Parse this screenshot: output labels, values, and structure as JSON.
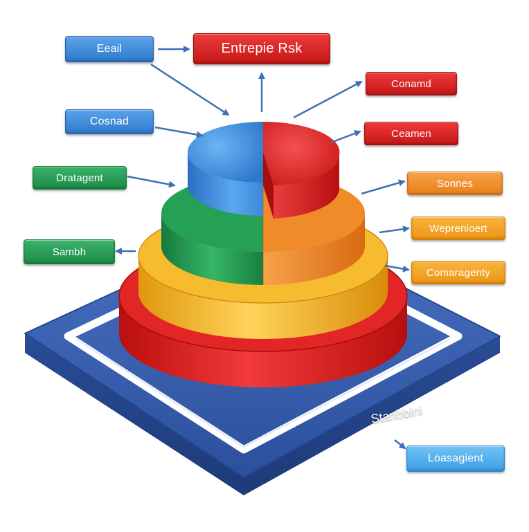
{
  "diagram": {
    "base_label": "Stanbbini",
    "labels": {
      "eeail": "Eeail",
      "entreprise_risk": "Entrepie Rsk",
      "cosnad": "Cosnad",
      "drategent": "Dratagent",
      "sambh": "Sambh",
      "conamd": "Conamd",
      "ceamen": "Ceamen",
      "sonnes": "Sonnes",
      "weprenioert": "Weprenioert",
      "comaragenty": "Comaragenty",
      "loaragient": "Loasagient"
    },
    "colors": {
      "blue": "#3a87d6",
      "red": "#d81f1f",
      "green": "#23984f",
      "orange": "#ef8526",
      "yellow": "#f4b42a",
      "base": "#2f55a4",
      "arrow": "#3f6fb5"
    }
  }
}
